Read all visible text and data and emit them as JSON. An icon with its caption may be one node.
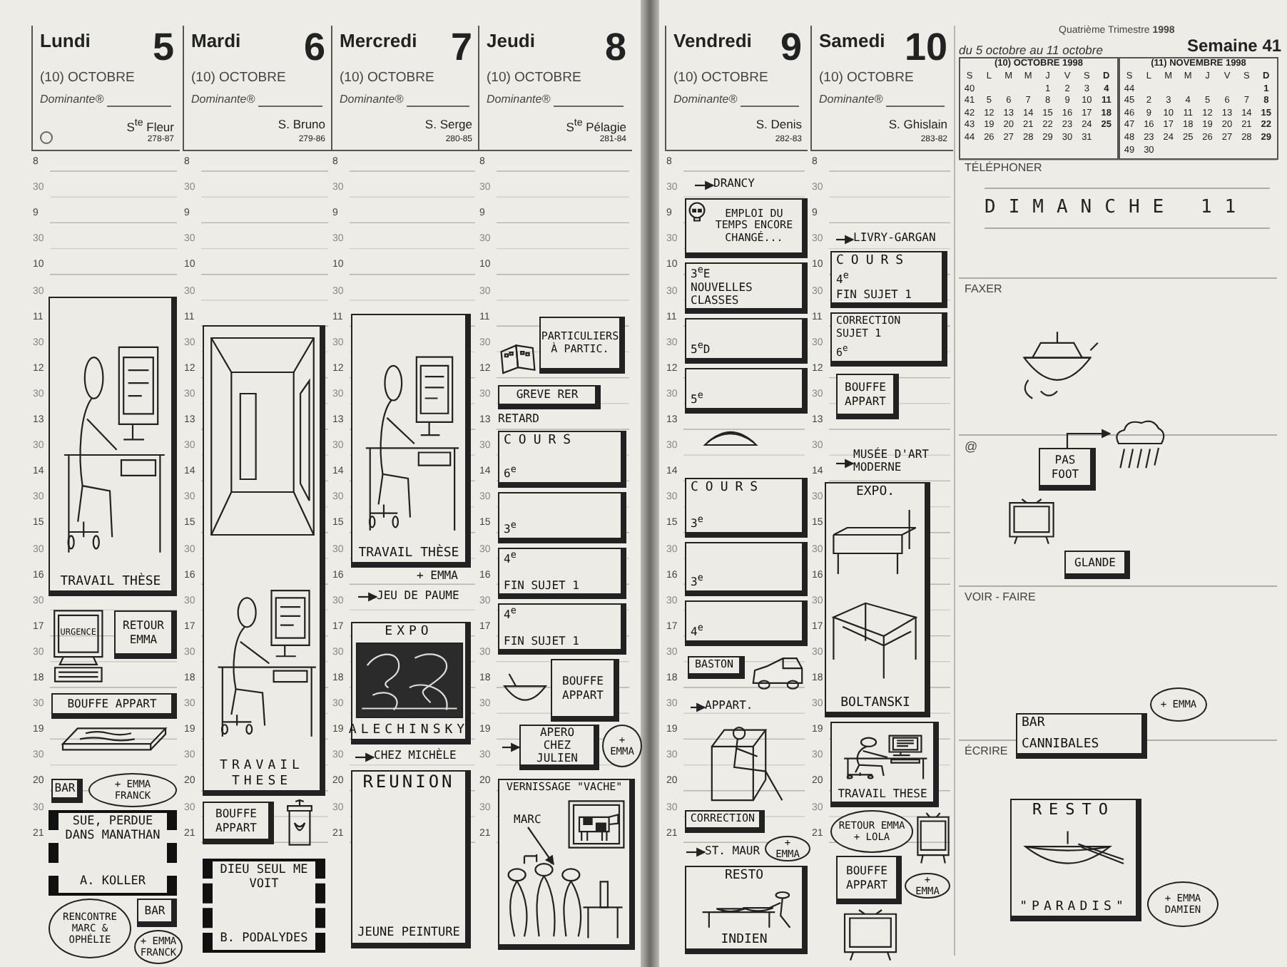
{
  "diagram": {
    "nodes": [
      {
        "text": [
          "Lundi",
          "5",
          "(10) OCTOBRE",
          "Dominante®",
          "S$^{te}$ Fleur",
          "278-87"
        ]
      },
      {
        "text": [
          "Mardi",
          "6",
          "(10) OCTOBRE",
          "Dominante®",
          "S. Bruno",
          "279-86"
        ]
      },
      {
        "text": [
          "Mercredi",
          "7",
          "(10) OCTOBRE",
          "Dominante®",
          "S. Serge",
          "280-85"
        ]
      },
      {
        "text": [
          "Jeudi",
          "8",
          "(10) OCTOBRE",
          "Dominante®",
          "S$^{te}$ Pélagie",
          "281-84"
        ]
      },
      {
        "text": [
          "Vendredi",
          "9",
          "(10) OCTOBRE",
          "Dominante®",
          "S. Denis",
          "282-83"
        ]
      },
      {
        "text": [
          "Samedi",
          "10",
          "(10) OCTOBRE",
          "Dominante®",
          "S. Ghislain",
          "283-82"
        ]
      },
      {
        "text": [
          "TRAVAIL THÈSE"
        ]
      },
      {
        "text": [
          "RETOUR EMMA"
        ]
      },
      {
        "text": [
          "URGENCE"
        ]
      },
      {
        "text": [
          "BOUFFE APPART"
        ]
      },
      {
        "text": [
          "BAR"
        ]
      },
      {
        "text": [
          "+ EMMA FRANCK"
        ]
      },
      {
        "text": [
          "SUE, PERDUE DANS MANATHAN",
          "A. KOLLER"
        ]
      },
      {
        "text": [
          "RENCONTRE MARC & OPHÉLIE"
        ]
      },
      {
        "text": [
          "BAR"
        ]
      },
      {
        "text": [
          "+ EMMA FRANCK"
        ]
      },
      {
        "text": [
          "TRAVAIL THESE"
        ]
      },
      {
        "text": [
          "BOUFFE APPART"
        ]
      },
      {
        "text": [
          "DIEU SEUL ME VOIT",
          "B. PODALYDES"
        ]
      },
      {
        "text": [
          "TRAVAIL THÈSE"
        ]
      },
      {
        "text": [
          "+ EMMA"
        ]
      },
      {
        "text": [
          "JEU DE PAUME"
        ]
      },
      {
        "text": [
          "EXPO",
          "ALECHINSKY"
        ]
      },
      {
        "text": [
          "CHEZ MICHÈLE"
        ]
      },
      {
        "text": [
          "REUNION",
          "JEUNE PEINTURE"
        ]
      },
      {
        "text": [
          "PARTICULIERS À PARTIC."
        ]
      },
      {
        "text": [
          "GREVE RER"
        ]
      },
      {
        "text": [
          "RETARD"
        ]
      },
      {
        "text": [
          "COURS",
          "6$^{e}$"
        ]
      },
      {
        "text": [
          "3$^{e}$"
        ]
      },
      {
        "text": [
          "4$^{e}$",
          "FIN SUJET 1"
        ]
      },
      {
        "text": [
          "4$^{e}$",
          "FIN SUJET 1"
        ]
      },
      {
        "text": [
          "BOUFFE APPART"
        ]
      },
      {
        "text": [
          "APERO CHEZ JULIEN"
        ]
      },
      {
        "text": [
          "+ EMMA"
        ]
      },
      {
        "text": [
          "VERNISSAGE \"VACHE\""
        ]
      },
      {
        "text": [
          "MARC"
        ],
        "in": 35
      },
      {
        "text": [
          "DRANCY"
        ]
      },
      {
        "text": [
          "EMPLOI DU TEMPS ENCORE CHANGÉ..."
        ]
      },
      {
        "text": [
          "3$^{e}$E",
          "NOUVELLES CLASSES"
        ]
      },
      {
        "text": [
          "5$^{e}$D"
        ]
      },
      {
        "text": [
          "5$^{e}$"
        ]
      },
      {
        "text": [
          "COURS",
          "3$^{e}$"
        ]
      },
      {
        "text": [
          "3$^{e}$"
        ]
      },
      {
        "text": [
          "4$^{e}$"
        ]
      },
      {
        "text": [
          "BASTON"
        ]
      },
      {
        "text": [
          "APPART."
        ]
      },
      {
        "text": [
          "CORRECTION"
        ]
      },
      {
        "text": [
          "ST. MAUR"
        ]
      },
      {
        "text": [
          "+ EMMA"
        ]
      },
      {
        "text": [
          "RESTO",
          "INDIEN"
        ]
      },
      {
        "text": [
          "LIVRY-GARGAN"
        ]
      },
      {
        "text": [
          "COURS",
          "4$^{e}$",
          "FIN SUJET 1"
        ]
      },
      {
        "text": [
          "CORRECTION SUJET 1",
          "6$^{e}$"
        ]
      },
      {
        "text": [
          "BOUFFE APPART"
        ]
      },
      {
        "text": [
          "MUSÉE D'ART MODERNE"
        ]
      },
      {
        "text": [
          "EXPO.",
          "BOLTANSKI"
        ]
      },
      {
        "text": [
          "TRAVAIL THESE"
        ]
      },
      {
        "text": [
          "RETOUR EMMA + LOLA"
        ]
      },
      {
        "text": [
          "BOUFFE APPART"
        ]
      },
      {
        "text": [
          "+ EMMA"
        ]
      },
      {
        "text": [
          "PAS FOOT"
        ]
      },
      {
        "text": [],
        "shape": "cloud"
      },
      {
        "text": [
          "GLANDE"
        ]
      },
      {
        "text": [
          "BAR",
          "CANNIBALES"
        ]
      },
      {
        "text": [
          "+ EMMA"
        ]
      },
      {
        "text": [
          "RESTO",
          "\"PARADIS\""
        ]
      },
      {
        "text": [
          "+ EMMA DAMIEN"
        ]
      }
    ],
    "edges": [
      {
        "from": null,
        "to": 37,
        "arrow": "to"
      },
      {
        "from": null,
        "to": 51,
        "arrow": "to"
      },
      {
        "from": null,
        "to": 55,
        "arrow": "to"
      },
      {
        "from": null,
        "to": 21,
        "arrow": "to"
      },
      {
        "from": null,
        "to": 23,
        "arrow": "to"
      },
      {
        "from": null,
        "to": 33,
        "arrow": "to"
      },
      {
        "from": null,
        "to": 46,
        "arrow": "to"
      },
      {
        "from": null,
        "to": 48,
        "arrow": "to"
      },
      {
        "from": 36,
        "to": null,
        "arrow": "to"
      },
      {
        "from": 61,
        "to": 62,
        "arrow": "to"
      }
    ],
    "labels": [
      "Quatrième Trimestre **1998**",
      "du 5 octobre au 11 octobre",
      "Semaine 41",
      "(10) OCTOBRE 1998",
      "S",
      "L",
      "M",
      "M",
      "J",
      "V",
      "S",
      "D",
      "40",
      "1",
      "2",
      "3",
      "4",
      "41",
      "5",
      "6",
      "7",
      "8",
      "9",
      "10",
      "11",
      "42",
      "12",
      "13",
      "14",
      "15",
      "16",
      "17",
      "18",
      "43",
      "19",
      "20",
      "21",
      "22",
      "23",
      "24",
      "25",
      "44",
      "26",
      "27",
      "28",
      "29",
      "30",
      "31",
      "(11) NOVEMBRE 1998",
      "S",
      "L",
      "M",
      "M",
      "J",
      "V",
      "S",
      "D",
      "44",
      "1",
      "45",
      "2",
      "3",
      "4",
      "5",
      "6",
      "7",
      "8",
      "46",
      "9",
      "10",
      "11",
      "12",
      "13",
      "14",
      "15",
      "47",
      "16",
      "17",
      "18",
      "19",
      "20",
      "21",
      "22",
      "48",
      "23",
      "24",
      "25",
      "26",
      "27",
      "28",
      "29",
      "49",
      "30",
      "8",
      "30",
      "9",
      "30",
      "10",
      "30",
      "11",
      "30",
      "12",
      "30",
      "13",
      "30",
      "14",
      "30",
      "15",
      "30",
      "16",
      "30",
      "17",
      "30",
      "18",
      "30",
      "19",
      "30",
      "20",
      "30",
      "21",
      "8",
      "30",
      "9",
      "30",
      "10",
      "30",
      "11",
      "30",
      "12",
      "30",
      "13",
      "30",
      "14",
      "30",
      "15",
      "30",
      "16",
      "30",
      "17",
      "30",
      "18",
      "30",
      "19",
      "30",
      "20",
      "30",
      "21",
      "8",
      "30",
      "9",
      "30",
      "10",
      "30",
      "11",
      "30",
      "12",
      "30",
      "13",
      "30",
      "14",
      "30",
      "15",
      "30",
      "16",
      "30",
      "17",
      "30",
      "18",
      "30",
      "19",
      "30",
      "20",
      "30",
      "21",
      "8",
      "30",
      "9",
      "30",
      "10",
      "30",
      "11",
      "30",
      "12",
      "30",
      "13",
      "30",
      "14",
      "30",
      "15",
      "30",
      "16",
      "30",
      "17",
      "30",
      "18",
      "30",
      "19",
      "30",
      "20",
      "30",
      "21",
      "8",
      "30",
      "9",
      "30",
      "10",
      "30",
      "11",
      "30",
      "12",
      "30",
      "13",
      "30",
      "14",
      "30",
      "15",
      "30",
      "16",
      "30",
      "17",
      "30",
      "18",
      "30",
      "19",
      "30",
      "20",
      "30",
      "21",
      "8",
      "30",
      "9",
      "30",
      "10",
      "30",
      "11",
      "30",
      "12",
      "30",
      "13",
      "30",
      "14",
      "30",
      "15",
      "30",
      "16",
      "30",
      "17",
      "30",
      "18",
      "30",
      "19",
      "30",
      "20",
      "30",
      "21",
      "TÉLÉPHONER",
      "DIMANCHE 11",
      "FAXER",
      "@",
      "VOIR - FAIRE",
      "ÉCRIRE"
    ]
  }
}
